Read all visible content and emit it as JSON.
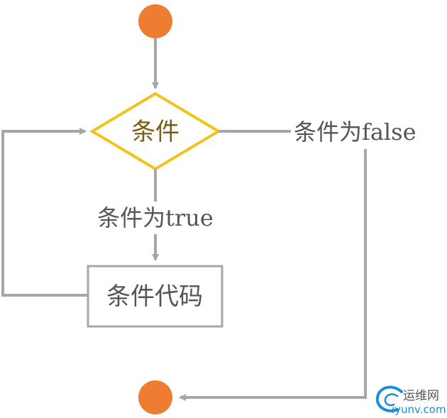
{
  "nodes": {
    "condition_label": "条件",
    "code_label": "条件代码"
  },
  "edges": {
    "true_label": "条件为true",
    "false_label": "条件为false"
  },
  "watermark": {
    "text_top": "运维网",
    "text_bottom": "iyunv.com"
  },
  "colors": {
    "terminal": "#ee7d31",
    "diamond_stroke": "#f2c31c",
    "diamond_text": "#7a5c12",
    "line": "#a6a6a6",
    "text": "#555555",
    "box_stroke": "#a6a6a6",
    "watermark": "#1a8fd8"
  }
}
